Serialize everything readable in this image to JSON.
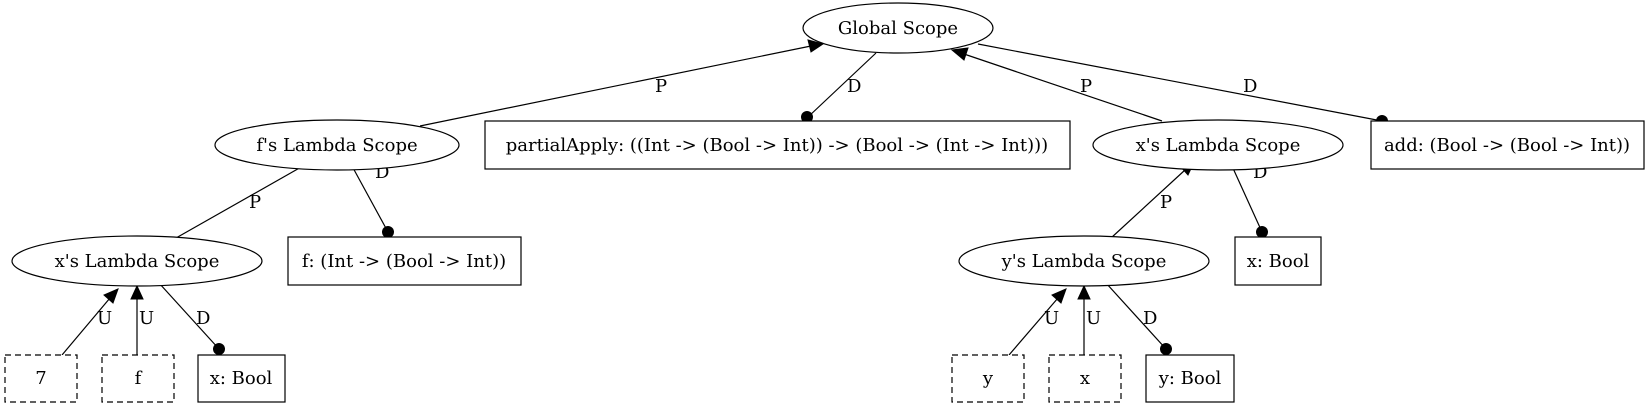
{
  "nodes": {
    "global_scope": "Global Scope",
    "f_lambda_scope": "f's Lambda Scope",
    "partial_apply": "partialApply: ((Int -> (Bool -> Int)) -> (Bool -> (Int -> Int)))",
    "x_lambda_scope_right": "x's Lambda Scope",
    "add_decl": "add: (Bool -> (Bool -> Int))",
    "x_lambda_scope_left": "x's Lambda Scope",
    "f_decl": "f: (Int -> (Bool -> Int))",
    "y_lambda_scope": "y's Lambda Scope",
    "x_bool_right": "x: Bool",
    "use_7": "7",
    "use_f": "f",
    "x_bool_left": "x: Bool",
    "use_y": "y",
    "use_x": "x",
    "y_bool": "y: Bool"
  },
  "edge_labels": {
    "parent": "P",
    "declaration": "D",
    "use": "U"
  }
}
